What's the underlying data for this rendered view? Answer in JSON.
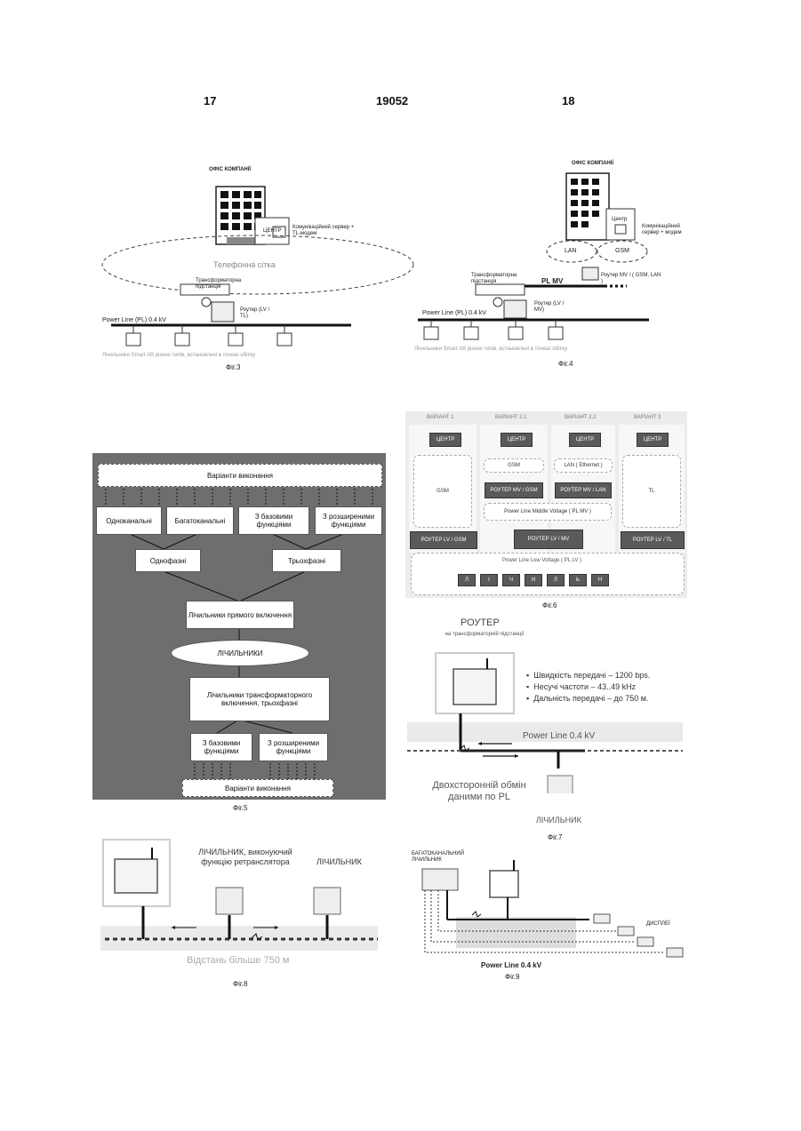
{
  "header": {
    "left": "17",
    "center": "19052",
    "right": "18"
  },
  "fig3": {
    "office": "ОФІС КОМПАНІЇ",
    "center": "ЦЕНТР",
    "server": "Комунікаційний сервер + TL-модем",
    "network": "Телефонна сітка",
    "substation": "Трансформаторна підстанція",
    "router": "Роутер (LV / TL)",
    "powerline": "Power Line (PL) 0.4 kV",
    "meters": "Лічильники Smart AB різних типів, встановлені в точках обліку",
    "caption": "Фіг.3"
  },
  "fig4": {
    "office": "ОФІС КОМПАНІЇ",
    "center": "Центр",
    "server": "Комунікаційний сервер + модем",
    "lan": "LAN",
    "gsm": "GSM",
    "plmv": "PL MV",
    "router_mv": "Роутер MV / ( GSM, LAN )",
    "substation": "Трансформаторна підстанція",
    "router": "Роутер (LV / MV)",
    "powerline": "Power Line (PL) 0.4 kV",
    "meters": "Лічильники Smart AB різних типів, встановлені в точках обліку",
    "caption": "Фіг.4"
  },
  "fig5": {
    "top": "Варіанти виконання",
    "single_channel": "Одноканальні",
    "multi_channel": "Багатоканальні",
    "basic": "З базовими функціями",
    "extended": "З розширеними функціями",
    "single_phase": "Однофазні",
    "three_phase": "Трьохфазні",
    "direct": "Лічильники прямого включення",
    "meters": "ЛІЧИЛЬНИКИ",
    "transformer": "Лічильники трансформаторного включення, трьохфазні",
    "basic2": "З базовими функціями",
    "extended2": "З розширеними функціями",
    "bottom": "Варіанти виконання",
    "caption": "Фіг.5"
  },
  "fig6": {
    "variants": [
      "ВАРІАНТ 1",
      "ВАРІАНТ 2.1",
      "ВАРІАНТ 2.2",
      "ВАРІАНТ 3"
    ],
    "center": "ЦЕНТР",
    "gsm": "GSM",
    "lan": "LAN ( Ethernet )",
    "tl": "TL",
    "router_mv_gsm": "РОУТЕР MV / GSM",
    "router_mv_lan": "РОУТЕР MV / LAN",
    "plmv": "Power Line Middle Voltage ( PL  MV )",
    "router_lv_gsm": "РОУТЕР LV / GSM",
    "router_lv_mv": "РОУТЕР LV / MV",
    "router_lv_tl": "РОУТЕР LV / TL",
    "pllv": "Power Line Low Voltage ( PL  LV )",
    "letters": [
      "Л",
      "І",
      "Ч",
      "И",
      "Л",
      "Ь",
      "Н"
    ],
    "caption": "Фіг.6"
  },
  "fig7": {
    "router": "РОУТЕР",
    "router_sub": "на трансформаторній підстанції",
    "spec1": "Швидкість передачі – 1200 bps.",
    "spec2": "Несучі частоти – 43..49 kHz",
    "spec3": "Дальність передачі – до 750 м.",
    "powerline": "Power Line 0.4 kV",
    "exchange": "Двохсторонній обмін даними по PL",
    "meter": "ЛІЧИЛЬНИК",
    "caption": "Фіг.7"
  },
  "fig8": {
    "relay_meter": "ЛІЧИЛЬНИК, виконуючий функцію ретранслятора",
    "meter": "ЛІЧИЛЬНИК",
    "distance": "Відстань більше 750 м",
    "caption": "Фіг.8"
  },
  "fig9": {
    "multi_meter": "БАГАТОКАНАЛЬНИЙ ЛІЧИЛЬНИК",
    "displays": "ДИСПЛЕЇ",
    "powerline": "Power Line 0.4 kV",
    "caption": "Фіг.9"
  }
}
